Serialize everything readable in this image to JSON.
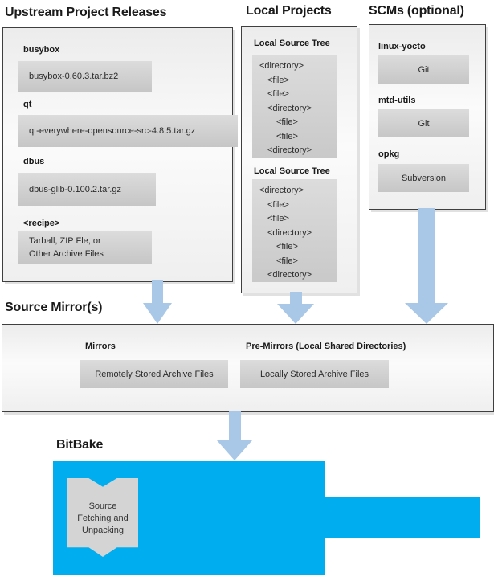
{
  "titles": {
    "upstream": "Upstream Project Releases",
    "local": "Local Projects",
    "scms": "SCMs (optional)",
    "mirrors": "Source Mirror(s)",
    "bitbake": "BitBake"
  },
  "upstream": {
    "items": [
      {
        "label": "busybox",
        "content": "busybox-0.60.3.tar.bz2"
      },
      {
        "label": "qt",
        "content": "qt-everywhere-opensource-src-4.8.5.tar.gz"
      },
      {
        "label": "dbus",
        "content": "dbus-glib-0.100.2.tar.gz"
      },
      {
        "label": "<recipe>",
        "line1": "Tarball, ZIP Fle, or",
        "line2": "Other Archive Files"
      }
    ]
  },
  "local": {
    "trees": [
      {
        "label": "Local Source Tree",
        "lines": [
          "<directory>",
          "<file>",
          "<file>",
          "<directory>",
          "<file>",
          "<file>",
          "<directory>"
        ]
      },
      {
        "label": "Local Source Tree",
        "lines": [
          "<directory>",
          "<file>",
          "<file>",
          "<directory>",
          "<file>",
          "<file>",
          "<directory>"
        ]
      }
    ]
  },
  "scms": {
    "items": [
      {
        "label": "linux-yocto",
        "content": "Git"
      },
      {
        "label": "mtd-utils",
        "content": "Git"
      },
      {
        "label": "opkg",
        "content": "Subversion"
      }
    ]
  },
  "mirrors": {
    "mirrors_label": "Mirrors",
    "mirrors_content": "Remotely Stored Archive Files",
    "premirrors_label": "Pre-Mirrors (Local Shared Directories)",
    "premirrors_content": "Locally Stored Archive Files"
  },
  "bitbake": {
    "ribbon_line1": "Source",
    "ribbon_line2": "Fetching and",
    "ribbon_line3": "Unpacking"
  },
  "colors": {
    "bitbake_blue": "#00aeef",
    "arrow_blue": "#a9c7e6",
    "box_gray": "#d2d2d2",
    "border_dark": "#3f3f3f"
  }
}
